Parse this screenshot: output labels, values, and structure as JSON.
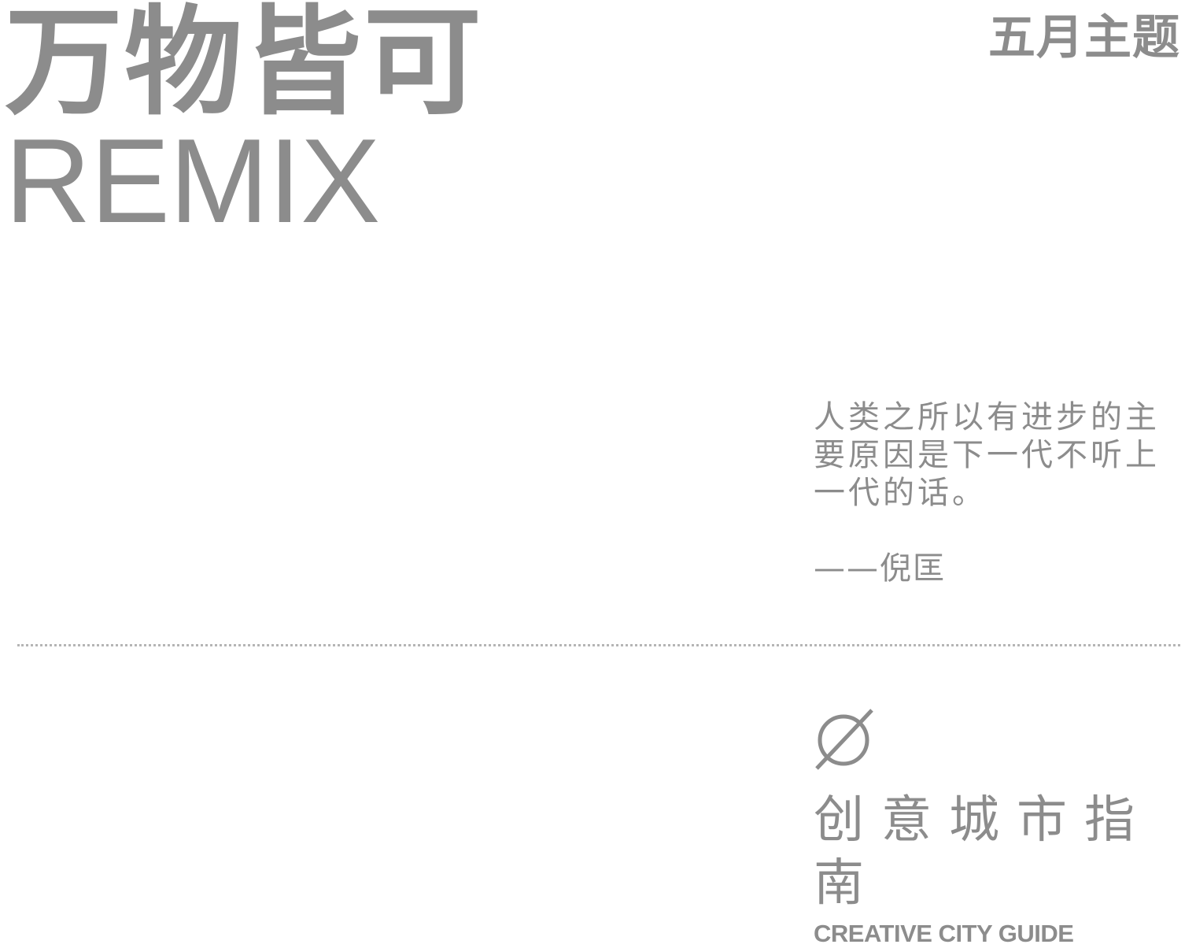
{
  "headline": {
    "chinese": "万物皆可",
    "english": "REMIX"
  },
  "month_theme": "五月主题",
  "quote": {
    "line1": "人类之所以有进步的主",
    "line2": "要原因是下一代不听上",
    "line3": "一代的话。",
    "author": "——倪匡"
  },
  "brand": {
    "logo_icon": "empty-set-icon",
    "chinese_name": "创意城市指南",
    "english_name": "CREATIVE CITY GUIDE"
  },
  "colors": {
    "text": "#8c8c8c",
    "divider": "#b5b5b5",
    "background": "#ffffff"
  }
}
